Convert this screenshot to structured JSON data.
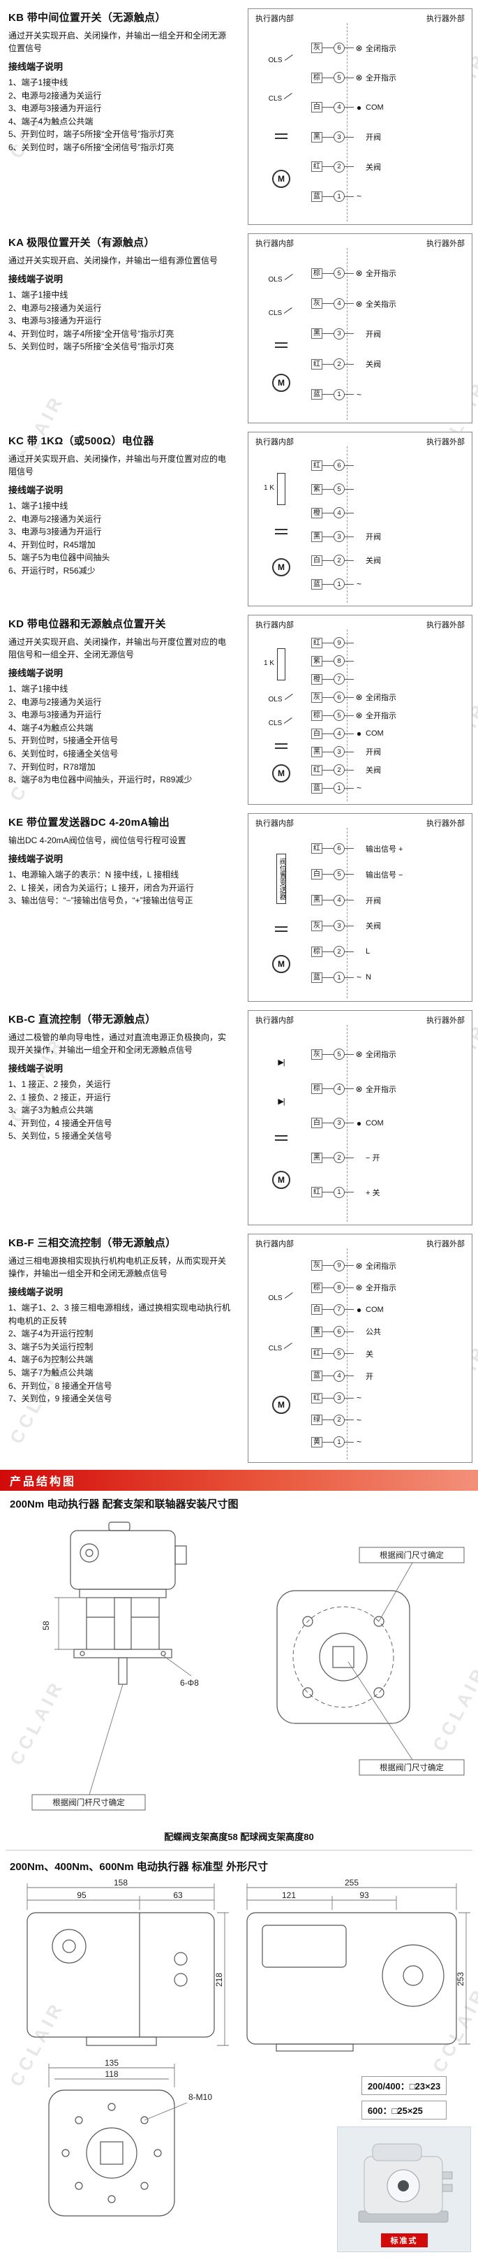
{
  "watermark": "CCLAIR",
  "sections": [
    {
      "id": "kb",
      "title": "KB 带中间位置开关（无源触点）",
      "desc": "通过开关实现开启、关闭操作，并输出一组全开和全闭无源位置信号",
      "list_title": "接线端子说明",
      "items": [
        "1、端子1接中线",
        "2、电源与2接通为关运行",
        "3、电源与3接通为开运行",
        "4、端子4为触点公共端",
        "5、开到位时，端子5所接“全开信号”指示灯亮",
        "6、关到位时，端子6所接“全闭信号”指示灯亮"
      ],
      "diagram": {
        "inner_label": "执行器内部",
        "outer_label": "执行器外部",
        "inner_parts": [
          {
            "type": "switch",
            "name": "ols-switch",
            "label": "OLS"
          },
          {
            "type": "switch",
            "name": "cls-switch",
            "label": "CLS"
          },
          {
            "type": "cap",
            "name": "capacitor",
            "label": ""
          },
          {
            "type": "motor",
            "name": "motor",
            "label": "M"
          }
        ],
        "rows": [
          {
            "wire": "灰",
            "terminal": "6",
            "label": "全闭指示",
            "icon": "lamp"
          },
          {
            "wire": "棕",
            "terminal": "5",
            "label": "全开指示",
            "icon": "lamp"
          },
          {
            "wire": "白",
            "terminal": "4",
            "label": "COM",
            "icon": "dot"
          },
          {
            "wire": "黑",
            "terminal": "3",
            "label": "开阀",
            "icon": "none"
          },
          {
            "wire": "红",
            "terminal": "2",
            "label": "关阀",
            "icon": "none"
          },
          {
            "wire": "蓝",
            "terminal": "1",
            "label": "",
            "icon": "ac"
          }
        ]
      }
    },
    {
      "id": "ka",
      "title": "KA 极限位置开关（有源触点）",
      "desc": "通过开关实现开启、关闭操作，并输出一组有源位置信号",
      "list_title": "接线端子说明",
      "items": [
        "1、端子1接中线",
        "2、电源与2接通为关运行",
        "3、电源与3接通为开运行",
        "4、开到位时，端子4所接“全开信号”指示灯亮",
        "5、关到位时，端子5所接“全关信号”指示灯亮"
      ],
      "diagram": {
        "inner_label": "执行器内部",
        "outer_label": "执行器外部",
        "inner_parts": [
          {
            "type": "switch",
            "name": "ols-switch",
            "label": "OLS"
          },
          {
            "type": "switch",
            "name": "cls-switch",
            "label": "CLS"
          },
          {
            "type": "cap",
            "name": "capacitor",
            "label": ""
          },
          {
            "type": "motor",
            "name": "motor",
            "label": "M"
          }
        ],
        "rows": [
          {
            "wire": "棕",
            "terminal": "5",
            "label": "全开指示",
            "icon": "lamp"
          },
          {
            "wire": "灰",
            "terminal": "4",
            "label": "全关指示",
            "icon": "lamp"
          },
          {
            "wire": "黑",
            "terminal": "3",
            "label": "开阀",
            "icon": "none"
          },
          {
            "wire": "红",
            "terminal": "2",
            "label": "关阀",
            "icon": "none"
          },
          {
            "wire": "蓝",
            "terminal": "1",
            "label": "",
            "icon": "ac"
          }
        ]
      }
    },
    {
      "id": "kc",
      "title": "KC 带 1KΩ（或500Ω）电位器",
      "desc": "通过开关实现开启、关闭操作，并输出与开度位置对应的电阻信号",
      "list_title": "接线端子说明",
      "items": [
        "1、端子1接中线",
        "2、电源与2接通为关运行",
        "3、电源与3接通为开运行",
        "4、开到位时，R45增加",
        "5、端子5为电位器中间抽头",
        "6、开运行时，R56减少"
      ],
      "diagram": {
        "inner_label": "执行器内部",
        "outer_label": "执行器外部",
        "inner_parts": [
          {
            "type": "resistor",
            "name": "potentiometer",
            "label": "1 K"
          },
          {
            "type": "cap",
            "name": "capacitor",
            "label": ""
          },
          {
            "type": "motor",
            "name": "motor",
            "label": "M"
          }
        ],
        "rows": [
          {
            "wire": "红",
            "terminal": "6",
            "label": "",
            "icon": "none"
          },
          {
            "wire": "紫",
            "terminal": "5",
            "label": "",
            "icon": "none"
          },
          {
            "wire": "橙",
            "terminal": "4",
            "label": "",
            "icon": "none"
          },
          {
            "wire": "黑",
            "terminal": "3",
            "label": "开阀",
            "icon": "none"
          },
          {
            "wire": "白",
            "terminal": "2",
            "label": "关阀",
            "icon": "none"
          },
          {
            "wire": "蓝",
            "terminal": "1",
            "label": "",
            "icon": "ac"
          }
        ]
      }
    },
    {
      "id": "kd",
      "title": "KD 带电位器和无源触点位置开关",
      "desc": "通过开关实现开启、关闭操作，并输出与开度位置对应的电阻信号和一组全开、全闭无源信号",
      "list_title": "接线端子说明",
      "items": [
        "1、端子1接中线",
        "2、电源与2接通为关运行",
        "3、电源与3接通为开运行",
        "4、端子4为触点公共端",
        "5、开到位时，5接通全开信号",
        "6、关到位时，6接通全关信号",
        "7、开到位时，R78增加",
        "8、端子8为电位器中间抽头，开运行时，R89减少"
      ],
      "diagram": {
        "inner_label": "执行器内部",
        "outer_label": "执行器外部",
        "inner_parts": [
          {
            "type": "resistor",
            "name": "potentiometer",
            "label": "1 K"
          },
          {
            "type": "switch",
            "name": "ols-switch",
            "label": "OLS"
          },
          {
            "type": "switch",
            "name": "cls-switch",
            "label": "CLS"
          },
          {
            "type": "cap",
            "name": "capacitor",
            "label": ""
          },
          {
            "type": "motor",
            "name": "motor",
            "label": "M"
          }
        ],
        "rows": [
          {
            "wire": "红",
            "terminal": "9",
            "label": "",
            "icon": "none"
          },
          {
            "wire": "紫",
            "terminal": "8",
            "label": "",
            "icon": "none"
          },
          {
            "wire": "橙",
            "terminal": "7",
            "label": "",
            "icon": "none"
          },
          {
            "wire": "灰",
            "terminal": "6",
            "label": "全闭指示",
            "icon": "lamp"
          },
          {
            "wire": "棕",
            "terminal": "5",
            "label": "全开指示",
            "icon": "lamp"
          },
          {
            "wire": "白",
            "terminal": "4",
            "label": "COM",
            "icon": "dot"
          },
          {
            "wire": "黑",
            "terminal": "3",
            "label": "开阀",
            "icon": "none"
          },
          {
            "wire": "红",
            "terminal": "2",
            "label": "关阀",
            "icon": "none"
          },
          {
            "wire": "蓝",
            "terminal": "1",
            "label": "",
            "icon": "ac"
          }
        ]
      }
    },
    {
      "id": "ke",
      "title": "KE 带位置发送器DC 4-20mA输出",
      "desc": "输出DC 4-20mA阀位信号，阀位信号行程可设置",
      "list_title": "接线端子说明",
      "items": [
        "1、电源输入端子的表示：N 接中线，L 接相线",
        "2、L 接关，闭合为关运行；L 接开，闭合为开运行",
        "3、输出信号：“−”接输出信号负，“+”接输出信号正"
      ],
      "diagram": {
        "inner_label": "执行器内部",
        "outer_label": "执行器外部",
        "inner_parts": [
          {
            "type": "vbox",
            "name": "valve-position-transmitter",
            "label": "阀位置变送器"
          },
          {
            "type": "cap",
            "name": "capacitor",
            "label": ""
          },
          {
            "type": "motor",
            "name": "motor",
            "label": "M"
          }
        ],
        "rows": [
          {
            "wire": "红",
            "terminal": "6",
            "label": "输出信号 +",
            "icon": "none"
          },
          {
            "wire": "白",
            "terminal": "5",
            "label": "输出信号 −",
            "icon": "none"
          },
          {
            "wire": "黑",
            "terminal": "4",
            "label": "开阀",
            "icon": "none"
          },
          {
            "wire": "灰",
            "terminal": "3",
            "label": "关阀",
            "icon": "none"
          },
          {
            "wire": "棕",
            "terminal": "2",
            "label": "L",
            "icon": "none"
          },
          {
            "wire": "蓝",
            "terminal": "1",
            "label": "N",
            "icon": "ac"
          }
        ]
      }
    },
    {
      "id": "kbc",
      "title": "KB-C 直流控制（带无源触点）",
      "desc": "通过二极管的单向导电性，通过对直流电源正负极换向，实现开关操作，并输出一组全开和全闭无源触点信号",
      "list_title": "接线端子说明",
      "items": [
        "1、1 接正、2 接负，关运行",
        "2、1 接负、2 接正，开运行",
        "3、端子3为触点公共端",
        "4、开到位，4 接通全开信号",
        "5、关到位，5 接通全关信号"
      ],
      "diagram": {
        "inner_label": "执行器内部",
        "outer_label": "执行器外部",
        "inner_parts": [
          {
            "type": "diode",
            "name": "diode",
            "label": "▶|"
          },
          {
            "type": "diode",
            "name": "diode",
            "label": "▶|"
          },
          {
            "type": "cap",
            "name": "capacitor",
            "label": ""
          },
          {
            "type": "motor",
            "name": "motor",
            "label": "M"
          }
        ],
        "rows": [
          {
            "wire": "灰",
            "terminal": "5",
            "label": "全闭指示",
            "icon": "lamp"
          },
          {
            "wire": "棕",
            "terminal": "4",
            "label": "全开指示",
            "icon": "lamp"
          },
          {
            "wire": "白",
            "terminal": "3",
            "label": "COM",
            "icon": "dot"
          },
          {
            "wire": "黑",
            "terminal": "2",
            "label": "−  开",
            "icon": "none"
          },
          {
            "wire": "红",
            "terminal": "1",
            "label": "+  关",
            "icon": "none"
          }
        ]
      }
    },
    {
      "id": "kbf",
      "title": "KB-F 三相交流控制（带无源触点）",
      "desc": "通过三相电源换相实现执行机构电机正反转，从而实现开关操作，并输出一组全开和全闭无源触点信号",
      "list_title": "接线端子说明",
      "items": [
        "1、端子1、2、3 接三相电源相线，通过换相实现电动执行机构电机的正反转",
        "2、端子4为开运行控制",
        "3、端子5为关运行控制",
        "4、端子6为控制公共端",
        "5、端子7为触点公共端",
        "6、开到位，8 接通全开信号",
        "7、关到位，9 接通全关信号"
      ],
      "diagram": {
        "inner_label": "执行器内部",
        "outer_label": "执行器外部",
        "inner_parts": [
          {
            "type": "switch",
            "name": "ols-switch",
            "label": "OLS"
          },
          {
            "type": "switch",
            "name": "cls-switch",
            "label": "CLS"
          },
          {
            "type": "motor",
            "name": "motor",
            "label": "M"
          }
        ],
        "rows": [
          {
            "wire": "灰",
            "terminal": "9",
            "label": "全闭指示",
            "icon": "lamp"
          },
          {
            "wire": "棕",
            "terminal": "8",
            "label": "全开指示",
            "icon": "lamp"
          },
          {
            "wire": "白",
            "terminal": "7",
            "label": "COM",
            "icon": "dot"
          },
          {
            "wire": "黑",
            "terminal": "6",
            "label": "公共",
            "icon": "none"
          },
          {
            "wire": "红",
            "terminal": "5",
            "label": "关",
            "icon": "none"
          },
          {
            "wire": "蓝",
            "terminal": "4",
            "label": "开",
            "icon": "none"
          },
          {
            "wire": "红",
            "terminal": "3",
            "label": "",
            "icon": "ac"
          },
          {
            "wire": "绿",
            "terminal": "2",
            "label": "",
            "icon": "ac"
          },
          {
            "wire": "黄",
            "terminal": "1",
            "label": "",
            "icon": "ac"
          }
        ]
      }
    }
  ],
  "banner": "产品结构图",
  "mounting": {
    "title": "200Nm 电动执行器  配套支架和联轴器安装尺寸图",
    "bracket_height": "58",
    "base_holes": "6-Φ8",
    "stem_note": "根据阀门杆尺寸确定",
    "flange_note_top": "根据阀门尺寸确定",
    "flange_note_bottom": "根据阀门尺寸确定",
    "caption": "配蝶阀支架高度58  配球阀支架高度80"
  },
  "outline": {
    "title": "200Nm、400Nm、600Nm 电动执行器 标准型 外形尺寸",
    "front": {
      "width": "158",
      "sub1": "95",
      "sub2": "63",
      "height": "218"
    },
    "side": {
      "width": "255",
      "sub1": "121",
      "sub2": "93",
      "height": "253"
    },
    "bottom": {
      "width": "135",
      "sub1": "118",
      "holes": "8-M10"
    },
    "drive_note_1": "200/400：□23×23",
    "drive_note_2": "600：□25×25",
    "photo_label": "标准式"
  }
}
